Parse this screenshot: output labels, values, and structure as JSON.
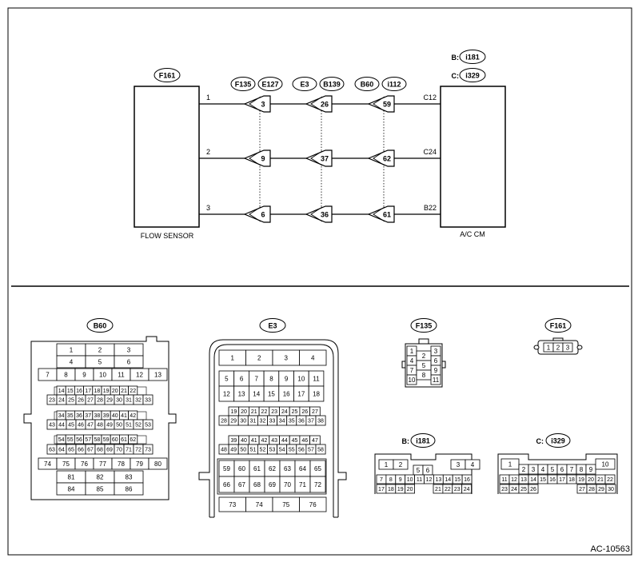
{
  "wiring": {
    "left_component": {
      "connector": "F161",
      "label": "FLOW SENSOR"
    },
    "right_component": {
      "connectors": [
        {
          "prefix": "B:",
          "name": "i181"
        },
        {
          "prefix": "C:",
          "name": "i329"
        }
      ],
      "label": "A/C CM"
    },
    "junctions": [
      {
        "connectors": [
          "F135",
          "E127"
        ],
        "pins": [
          "3",
          "9",
          "6"
        ]
      },
      {
        "connectors": [
          "E3",
          "B139"
        ],
        "pins": [
          "26",
          "37",
          "36"
        ]
      },
      {
        "connectors": [
          "B60",
          "i112"
        ],
        "pins": [
          "59",
          "62",
          "61"
        ]
      }
    ],
    "wires": [
      {
        "left_pin": "1",
        "right_pin": "C12"
      },
      {
        "left_pin": "2",
        "right_pin": "C24"
      },
      {
        "left_pin": "3",
        "right_pin": "B22"
      }
    ]
  },
  "connectors": {
    "b60": {
      "name": "B60",
      "rows": [
        [
          "1",
          "2",
          "3"
        ],
        [
          "4",
          "5",
          "6"
        ],
        [
          "7",
          "8",
          "9",
          "10",
          "11",
          "12",
          "13"
        ],
        [
          "14",
          "15",
          "16",
          "17",
          "18",
          "19",
          "20",
          "21",
          "22"
        ],
        [
          "23",
          "24",
          "25",
          "26",
          "27",
          "28",
          "29",
          "30",
          "31",
          "32",
          "33"
        ],
        [
          "34",
          "35",
          "36",
          "37",
          "38",
          "39",
          "40",
          "41",
          "42"
        ],
        [
          "43",
          "44",
          "45",
          "46",
          "47",
          "48",
          "49",
          "50",
          "51",
          "52",
          "53"
        ],
        [
          "54",
          "55",
          "56",
          "57",
          "58",
          "59",
          "60",
          "61",
          "62"
        ],
        [
          "63",
          "64",
          "65",
          "66",
          "67",
          "68",
          "69",
          "70",
          "71",
          "72",
          "73"
        ],
        [
          "74",
          "75",
          "76",
          "77",
          "78",
          "79",
          "80"
        ],
        [
          "81",
          "82",
          "83"
        ],
        [
          "84",
          "85",
          "86"
        ]
      ]
    },
    "e3": {
      "name": "E3",
      "rows": [
        [
          "1",
          "2",
          "3",
          "4"
        ],
        [
          "5",
          "6",
          "7",
          "8",
          "9",
          "10",
          "11"
        ],
        [
          "12",
          "13",
          "14",
          "15",
          "16",
          "17",
          "18"
        ],
        [
          "19",
          "20",
          "21",
          "22",
          "23",
          "24",
          "25",
          "26",
          "27"
        ],
        [
          "28",
          "29",
          "30",
          "31",
          "32",
          "33",
          "34",
          "35",
          "36",
          "37",
          "38"
        ],
        [
          "39",
          "40",
          "41",
          "42",
          "43",
          "44",
          "45",
          "46",
          "47"
        ],
        [
          "48",
          "49",
          "50",
          "51",
          "52",
          "53",
          "54",
          "55",
          "56",
          "57",
          "58"
        ],
        [
          "59",
          "60",
          "61",
          "62",
          "63",
          "64",
          "65"
        ],
        [
          "66",
          "67",
          "68",
          "69",
          "70",
          "71",
          "72"
        ],
        [
          "73",
          "74",
          "75",
          "76"
        ]
      ]
    },
    "f135": {
      "name": "F135",
      "left": [
        "1",
        "4",
        "7",
        "10"
      ],
      "right": [
        "3",
        "6",
        "9",
        "11"
      ],
      "middle": [
        "2",
        "5",
        "8"
      ]
    },
    "f161": {
      "name": "F161",
      "pins": [
        "1",
        "2",
        "3"
      ]
    },
    "i181": {
      "prefix": "B:",
      "name": "i181",
      "top_left": [
        "1",
        "2"
      ],
      "top_mid": [
        "5",
        "6"
      ],
      "top_right": [
        "3",
        "4"
      ],
      "row2": [
        "7",
        "8",
        "9",
        "10",
        "11",
        "12",
        "13",
        "14",
        "15",
        "16"
      ],
      "row3_left": [
        "17",
        "18",
        "19",
        "20"
      ],
      "row3_right": [
        "21",
        "22",
        "23",
        "24"
      ]
    },
    "i329": {
      "prefix": "C:",
      "name": "i329",
      "top_single_left": "1",
      "top_mid": [
        "2",
        "3",
        "4",
        "5",
        "6",
        "7",
        "8",
        "9"
      ],
      "top_single_right": "10",
      "row2": [
        "11",
        "12",
        "13",
        "14",
        "15",
        "16",
        "17",
        "18",
        "19",
        "20",
        "21",
        "22"
      ],
      "row3_left": [
        "23",
        "24",
        "25",
        "26"
      ],
      "row3_right": [
        "27",
        "28",
        "29",
        "30"
      ]
    }
  },
  "footer": {
    "code": "AC-10563"
  }
}
